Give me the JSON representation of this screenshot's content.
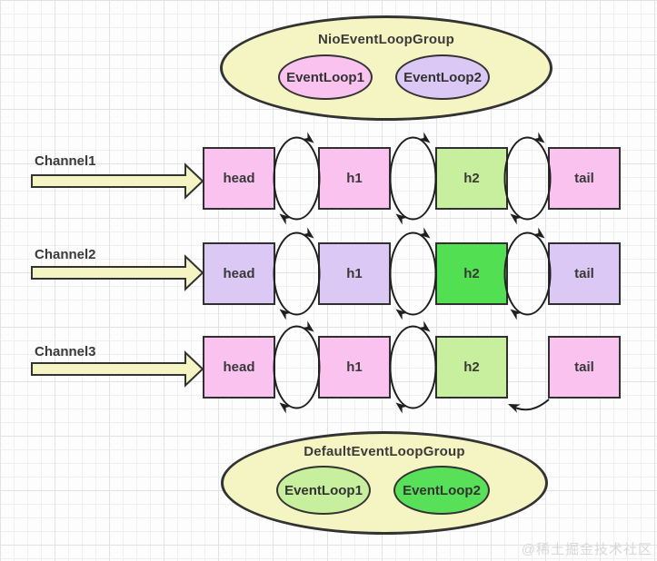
{
  "colors": {
    "pink": "#fac3ef",
    "lavender": "#dcc8f4",
    "light_green": "#c8ef9e",
    "bright_green": "#52e052",
    "yellow": "#f5f5c4",
    "border": "#333333",
    "grid_line": "#e2e2e2"
  },
  "groups": {
    "top": {
      "title": "NioEventLoopGroup",
      "loops": [
        {
          "label": "EventLoop1",
          "fill": "#fac3ef"
        },
        {
          "label": "EventLoop2",
          "fill": "#dcc8f4"
        }
      ]
    },
    "bottom": {
      "title": "DefaultEventLoopGroup",
      "loops": [
        {
          "label": "EventLoop1",
          "fill": "#c8ef9e"
        },
        {
          "label": "EventLoop2",
          "fill": "#58e058"
        }
      ]
    }
  },
  "channels": [
    {
      "label": "Channel1",
      "nodes": [
        {
          "label": "head",
          "fill": "#fac3ef"
        },
        {
          "label": "h1",
          "fill": "#fac3ef"
        },
        {
          "label": "h2",
          "fill": "#c8ef9e"
        },
        {
          "label": "tail",
          "fill": "#fac3ef"
        }
      ]
    },
    {
      "label": "Channel2",
      "nodes": [
        {
          "label": "head",
          "fill": "#dcc8f4"
        },
        {
          "label": "h1",
          "fill": "#dcc8f4"
        },
        {
          "label": "h2",
          "fill": "#52e052"
        },
        {
          "label": "tail",
          "fill": "#dcc8f4"
        }
      ]
    },
    {
      "label": "Channel3",
      "nodes": [
        {
          "label": "head",
          "fill": "#fac3ef"
        },
        {
          "label": "h1",
          "fill": "#fac3ef"
        },
        {
          "label": "h2",
          "fill": "#c8ef9e"
        },
        {
          "label": "tail",
          "fill": "#fac3ef"
        }
      ]
    }
  ],
  "watermark": "@稀土掘金技术社区"
}
